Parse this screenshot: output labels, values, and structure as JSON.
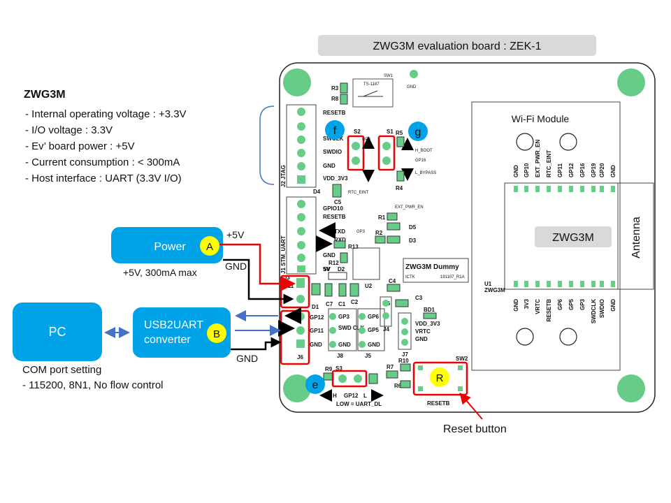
{
  "title_banner": "ZWG3M evaluation board : ZEK-1",
  "spec": {
    "heading": "ZWG3M",
    "items": [
      "- Internal operating voltage : +3.3V",
      "- I/O voltage : 3.3V",
      "- Ev’ board power : +5V",
      "- Current consumption : < 300mA",
      "- Host interface : UART (3.3V I/O)"
    ]
  },
  "power": {
    "label": "Power",
    "badge": "A",
    "plus": "+5V",
    "sub": "+5V, 300mA max",
    "gnd": "GND"
  },
  "pc": {
    "label": "PC"
  },
  "converter": {
    "line1": "USB2UART",
    "line2": "converter",
    "badge": "B",
    "gnd": "GND"
  },
  "com": {
    "line1": "COM port setting",
    "line2": "- 115200,  8N1, No flow control"
  },
  "reset_callout": "Reset button",
  "badges": {
    "f": "f",
    "g": "g",
    "e": "e",
    "r": "R"
  },
  "board": {
    "sw1": "SW1",
    "ts": "TS-1187",
    "gnd_pad": "GND",
    "r3": "R3",
    "r8": "R8",
    "j2_pins": [
      "RESETB",
      "SWCLK",
      "SWDIO",
      "GND",
      "VDD_3V3"
    ],
    "j2_name": "J2   JTAG",
    "d4": "D4",
    "c5": "C5",
    "j1_pins": [
      "GPIO10",
      "RESETB",
      "TXD",
      "RXD",
      "GND",
      "5V"
    ],
    "j1_name": "J1   STM_UART",
    "s2": "S2",
    "s1": "S1",
    "gp3": "GP3",
    "r5": "R5",
    "r4": "R4",
    "h_boot": "H_BOOT",
    "gp16": "GP16",
    "l_bypass": "L_BYPASS",
    "rtc_eint": "RTC_EINT",
    "ext_pwr_en": "EXT_PWR_EN",
    "r1": "R1",
    "d5": "D5",
    "gp3b": "GP3",
    "r2": "R2",
    "d3": "D3",
    "r13": "R13",
    "r12": "R12",
    "d2": "D2",
    "j3": "J3",
    "r11": "R11",
    "d1": "D1",
    "c7": "C7",
    "c1": "C1",
    "c2": "C2",
    "u2": "U2",
    "c4": "C4",
    "c6": "C6",
    "c3": "C3",
    "bd1": "BD1",
    "dummy_title": "ZWG3M Dummy",
    "ictk": "ICTK",
    "dummy_code": "191107_R1A",
    "j6_pins": [
      "GP12",
      "GP11",
      "GND"
    ],
    "j6": "J6",
    "j8_pins": [
      "GP3",
      "SWD CLK",
      "GND"
    ],
    "j8": "J8",
    "j5_pins": [
      "GP6",
      "GP5",
      "GND"
    ],
    "j5": "J5",
    "j4": "J4",
    "j7": "J7",
    "vdd_3v3": "VDD_3V3",
    "vrtc": "VRTC",
    "gnd_c": "GND",
    "r9": "R9",
    "s3": "S3",
    "r7": "R7",
    "r10": "R10",
    "r6": "R6",
    "sw2": "SW2",
    "h": "H",
    "gp12": "GP12",
    "l": "L",
    "uart_dl": "LOW = UART_DL",
    "resetb": "RESETB"
  },
  "module": {
    "title": "Wi-Fi Module",
    "top_pins": [
      "GND",
      "GP10",
      "EXT_PWR_EN",
      "RTC_EINT",
      "GP11",
      "GP12",
      "GP16",
      "GP19",
      "GP20",
      "GND"
    ],
    "bottom_pins": [
      "GND",
      "3V3",
      "VRTC",
      "RESETB",
      "GP6",
      "GP5",
      "GP3",
      "SWDCLK",
      "SWDIO",
      "GND"
    ],
    "chip": "ZWG3M",
    "antenna": "Antenna",
    "u1": "U1",
    "u1_name": "ZWG3M"
  }
}
